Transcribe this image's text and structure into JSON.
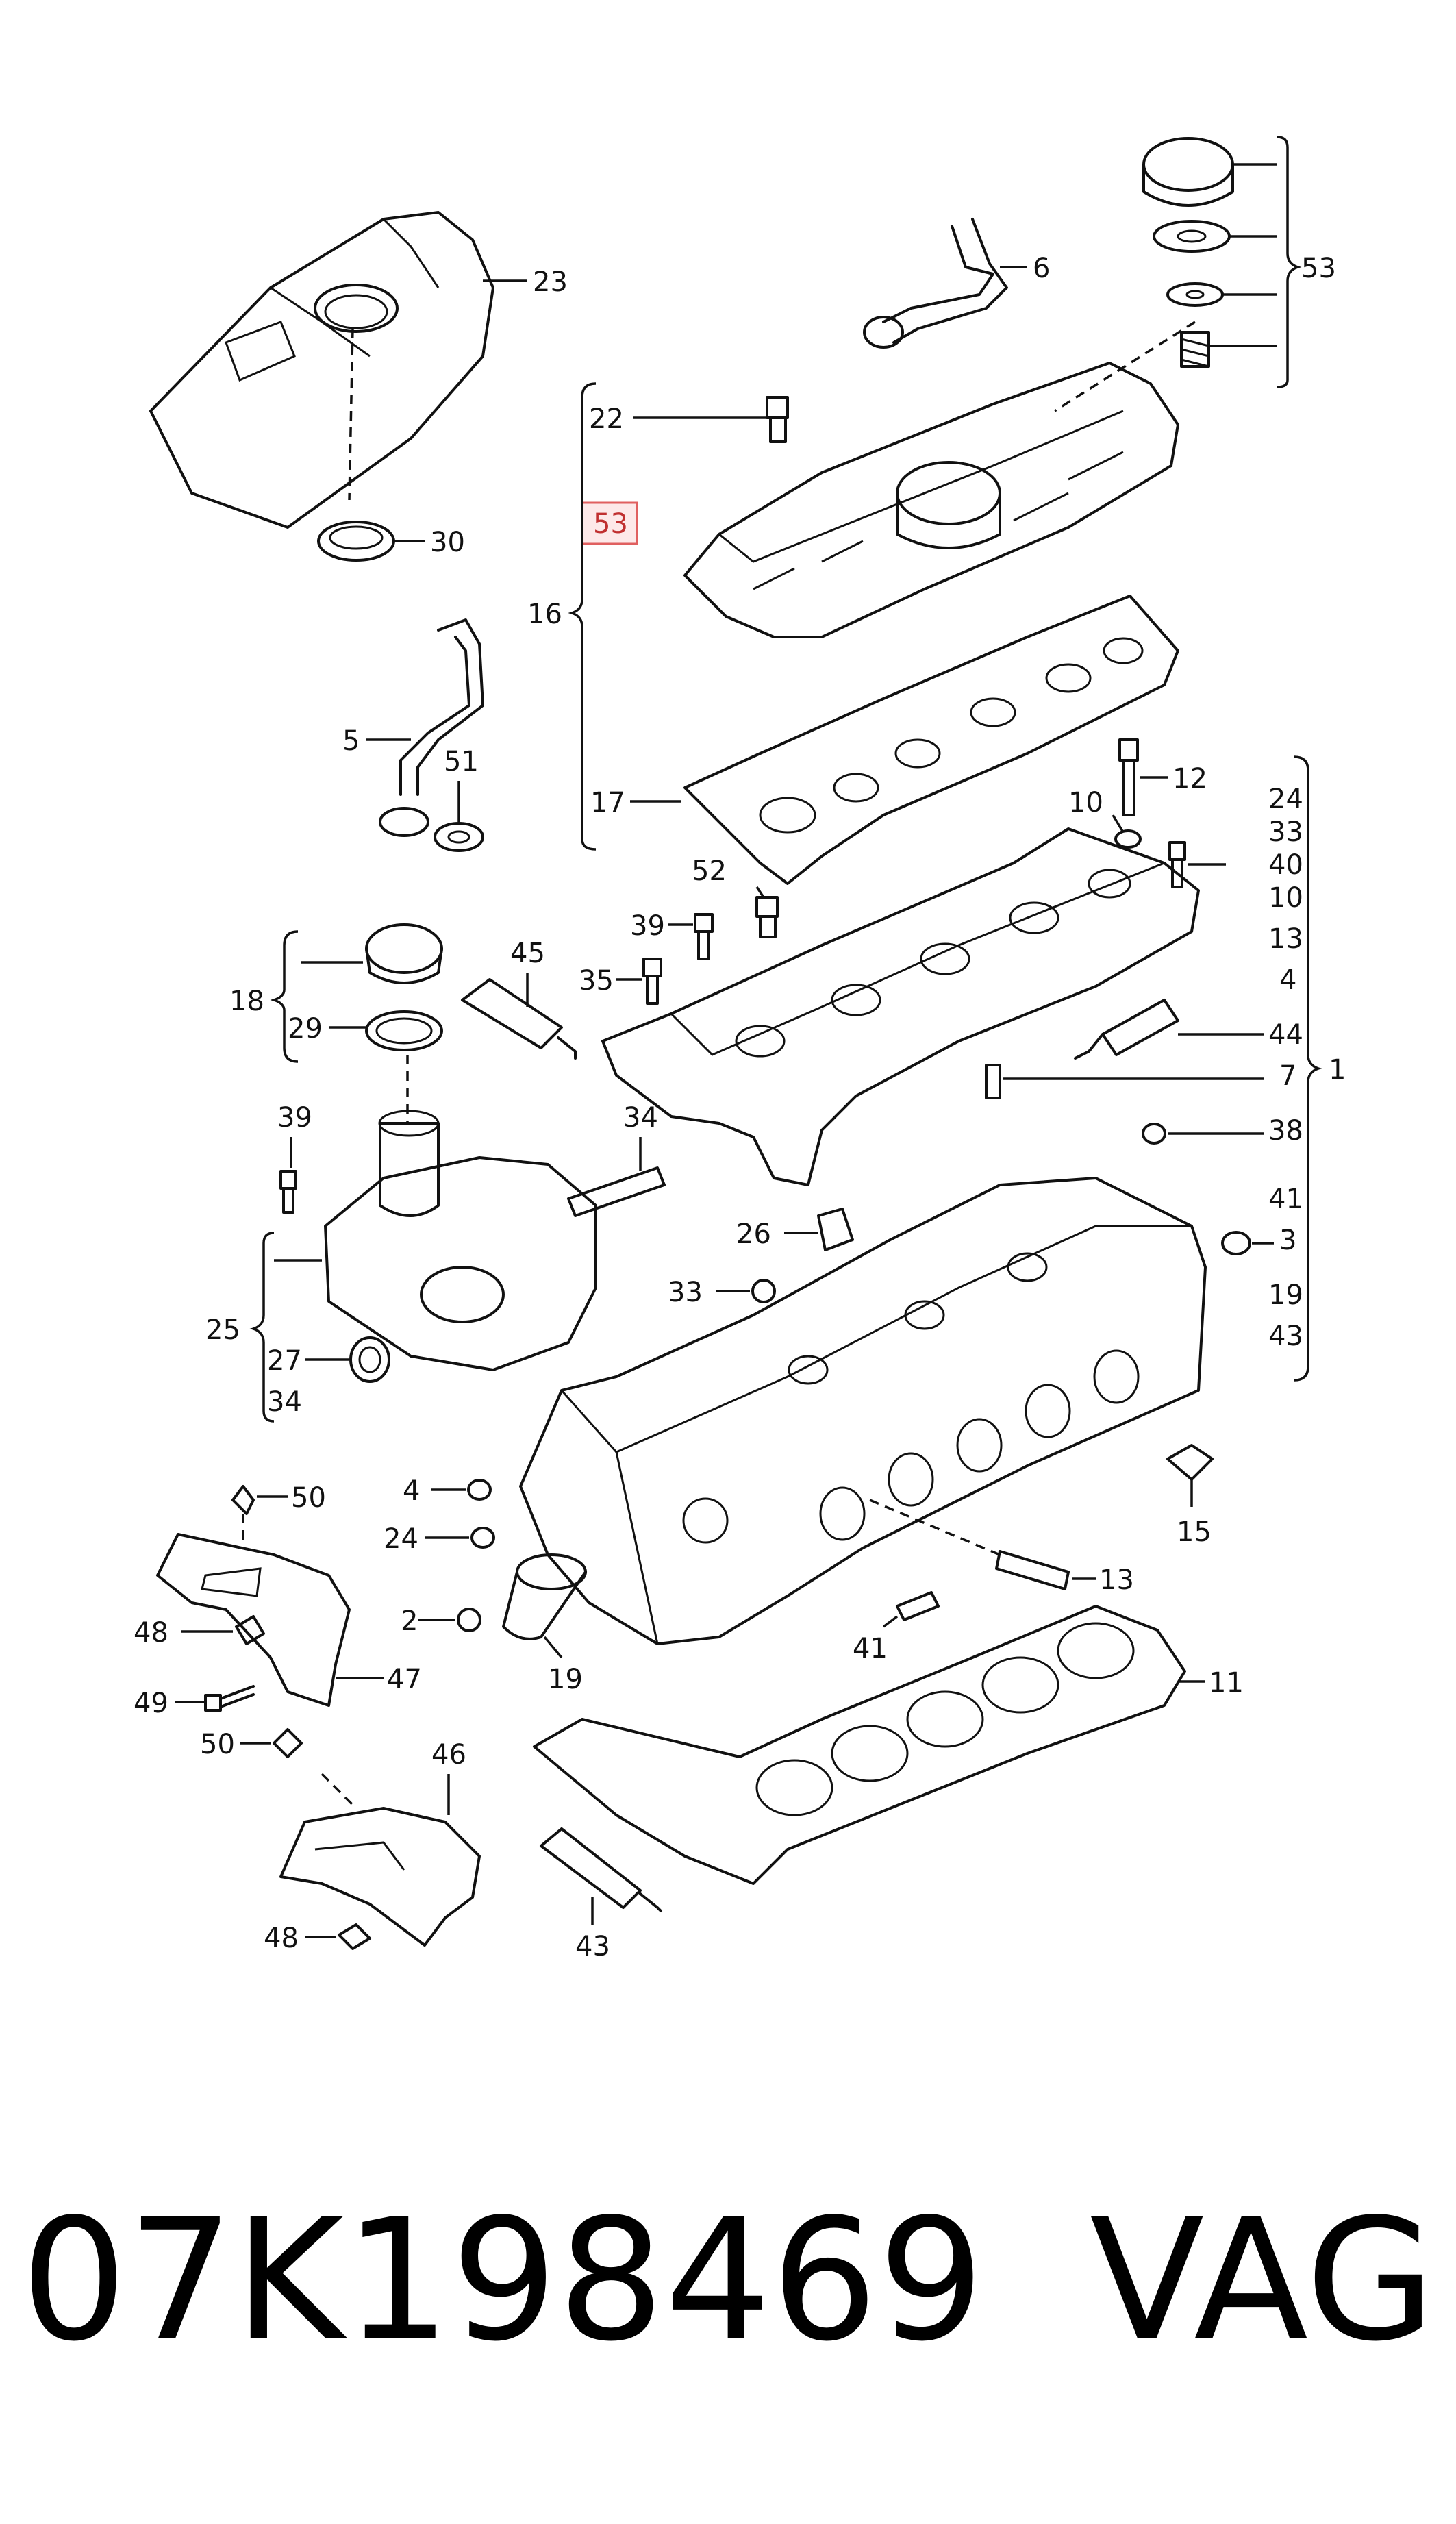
{
  "callouts": {
    "c1": "1",
    "c2": "2",
    "c3": "3",
    "c4": "4",
    "c4b": "4",
    "c5": "5",
    "c6": "6",
    "c7": "7",
    "c10": "10",
    "c10b": "10",
    "c11": "11",
    "c12": "12",
    "c13": "13",
    "c13b": "13",
    "c15": "15",
    "c16": "16",
    "c17": "17",
    "c18": "18",
    "c19": "19",
    "c19b": "19",
    "c22": "22",
    "c23": "23",
    "c24": "24",
    "c24b": "24",
    "c25": "25",
    "c26": "26",
    "c27": "27",
    "c29": "29",
    "c30": "30",
    "c33": "33",
    "c33b": "33",
    "c34": "34",
    "c34b": "34",
    "c35": "35",
    "c38": "38",
    "c39": "39",
    "c39b": "39",
    "c40": "40",
    "c41": "41",
    "c41b": "41",
    "c43": "43",
    "c43b": "43",
    "c44": "44",
    "c45": "45",
    "c46": "46",
    "c47": "47",
    "c48": "48",
    "c48b": "48",
    "c49": "49",
    "c50": "50",
    "c50b": "50",
    "c51": "51",
    "c52": "52",
    "c53": "53"
  },
  "highlight": {
    "label": "53",
    "color": "#e06060"
  },
  "footer": {
    "part_number": "07K198469",
    "brand": "VAG"
  }
}
